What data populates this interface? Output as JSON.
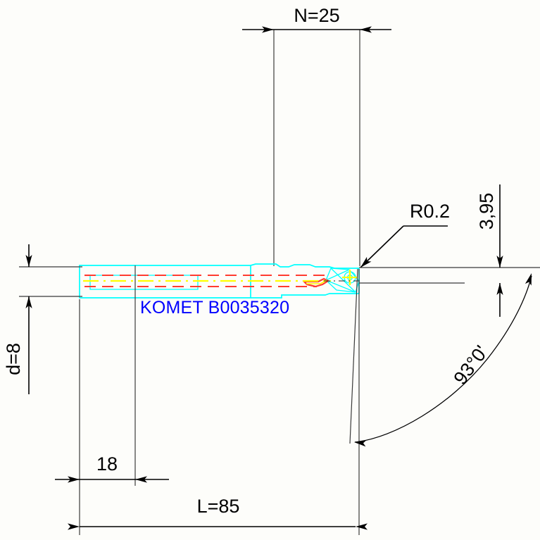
{
  "drawing": {
    "title": "KOMET B0035320 boring tool technical drawing",
    "background_color": "#fdfdfa",
    "part_label": "KOMET B0035320",
    "part_label_color": "#0000ff",
    "body_color": "#00ffff",
    "coolant_color": "#ff3b30",
    "centerline_color": "#ffff00",
    "dimension_color": "#000000"
  },
  "dimensions": {
    "overhang_n": "N=25",
    "corner_radius": "R0.2",
    "tip_height": "3,95",
    "shank_diameter": "d=8",
    "shank_length": "18",
    "total_length": "L=85",
    "lead_angle": "93°0'"
  }
}
